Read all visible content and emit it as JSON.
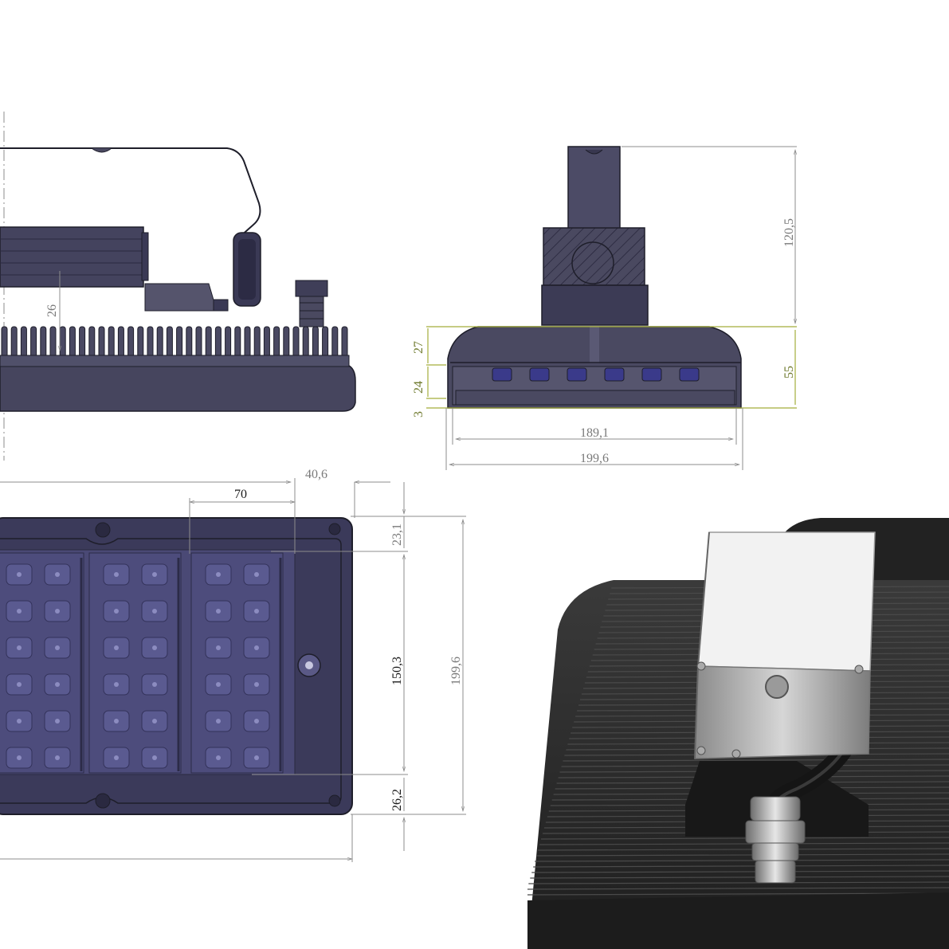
{
  "colors": {
    "body_fill": "#3f3e58",
    "body_dark": "#2a2940",
    "led_panel": "#414070",
    "dimension_line": "#8c8c8c",
    "dimension_green": "#a4ad3a",
    "render_body": "#2b2b2b"
  },
  "side_view": {
    "dimensions": {
      "height_26": "26"
    }
  },
  "front_view": {
    "dimensions": {
      "bracket_height": "120,5",
      "body_height": "55",
      "top_27": "27",
      "mid_24": "24",
      "bottom_3": "3",
      "inner_width": "189,1",
      "outer_width": "199,6"
    }
  },
  "bottom_view": {
    "dimensions": {
      "offset_right": "40,6",
      "module_width": "70",
      "margin_top": "23,1",
      "led_area_height": "150,3",
      "total_height": "199,6",
      "margin_bottom": "26,2"
    }
  },
  "render_view": {
    "icons": [
      "junction-box-icon",
      "cable-gland-icon",
      "heatsink-fins-icon"
    ]
  }
}
